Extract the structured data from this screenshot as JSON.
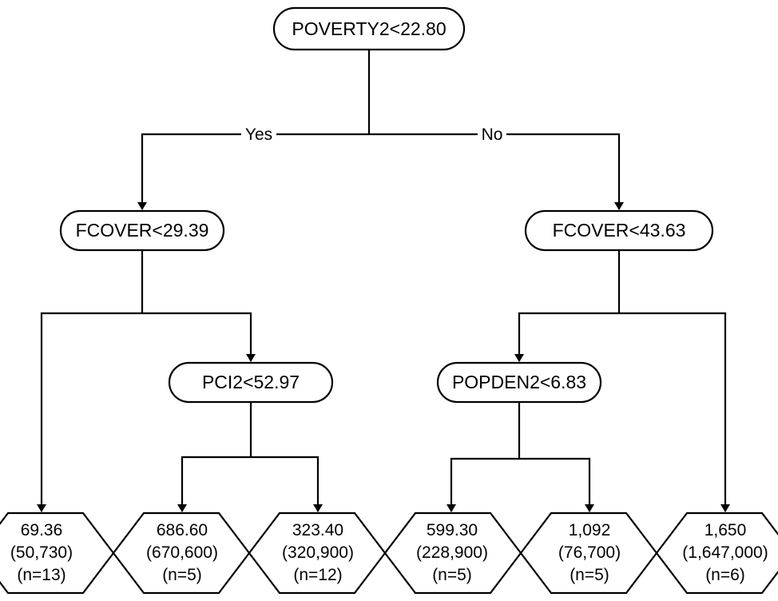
{
  "tree": {
    "decision_nodes": [
      {
        "id": "root",
        "label": "POVERTY2<22.80"
      },
      {
        "id": "left",
        "label": "FCOVER<29.39"
      },
      {
        "id": "right",
        "label": "FCOVER<43.63"
      },
      {
        "id": "left_right",
        "label": "PCI2<52.97"
      },
      {
        "id": "right_left",
        "label": "POPDEN2<6.83"
      }
    ],
    "branch_labels": {
      "yes": "Yes",
      "no": "No"
    },
    "leaves": [
      {
        "id": "leaf1",
        "value": "69.36",
        "total": "(50,730)",
        "count": "(n=13)"
      },
      {
        "id": "leaf2",
        "value": "686.60",
        "total": "(670,600)",
        "count": "(n=5)"
      },
      {
        "id": "leaf3",
        "value": "323.40",
        "total": "(320,900)",
        "count": "(n=12)"
      },
      {
        "id": "leaf4",
        "value": "599.30",
        "total": "(228,900)",
        "count": "(n=5)"
      },
      {
        "id": "leaf5",
        "value": "1,092",
        "total": "(76,700)",
        "count": "(n=5)"
      },
      {
        "id": "leaf6",
        "value": "1,650",
        "total": "(1,647,000)",
        "count": "(n=6)"
      }
    ]
  }
}
